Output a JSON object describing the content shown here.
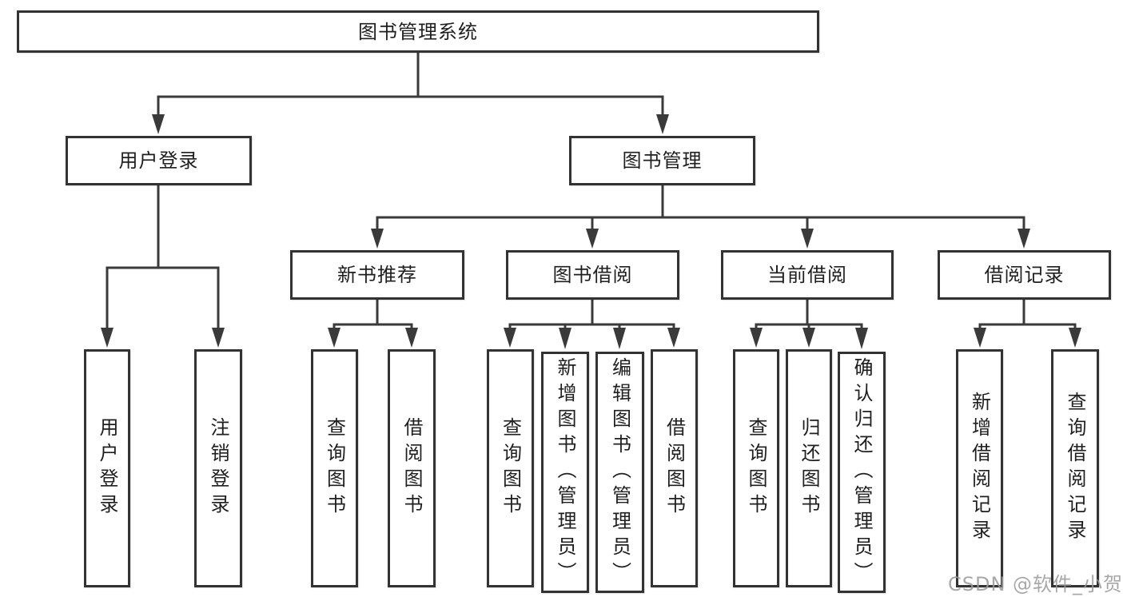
{
  "tree": {
    "root": {
      "label": "图书管理系统"
    },
    "level1": [
      {
        "label": "用户登录"
      },
      {
        "label": "图书管理"
      }
    ],
    "level2": [
      {
        "label": "新书推荐"
      },
      {
        "label": "图书借阅"
      },
      {
        "label": "当前借阅"
      },
      {
        "label": "借阅记录"
      }
    ],
    "leaves_user_login": [
      {
        "label": "用户登录"
      },
      {
        "label": "注销登录"
      }
    ],
    "leaves_new_book": [
      {
        "label": "查询图书"
      },
      {
        "label": "借阅图书"
      }
    ],
    "leaves_book_borrow": [
      {
        "label": "查询图书"
      },
      {
        "label": "新增图书（管理员）"
      },
      {
        "label": "编辑图书（管理员）"
      },
      {
        "label": "借阅图书"
      }
    ],
    "leaves_current_borrow": [
      {
        "label": "查询图书"
      },
      {
        "label": "归还图书"
      },
      {
        "label": "确认归还（管理员）"
      }
    ],
    "leaves_borrow_record": [
      {
        "label": "新增借阅记录"
      },
      {
        "label": "查询借阅记录"
      }
    ]
  },
  "watermark": {
    "text": "CSDN @软件_小贺同学",
    "color": "#9a9a9a"
  },
  "colors": {
    "line": "#3a3a3a",
    "border": "#333333",
    "text": "#1f1f1f",
    "background": "#ffffff"
  }
}
